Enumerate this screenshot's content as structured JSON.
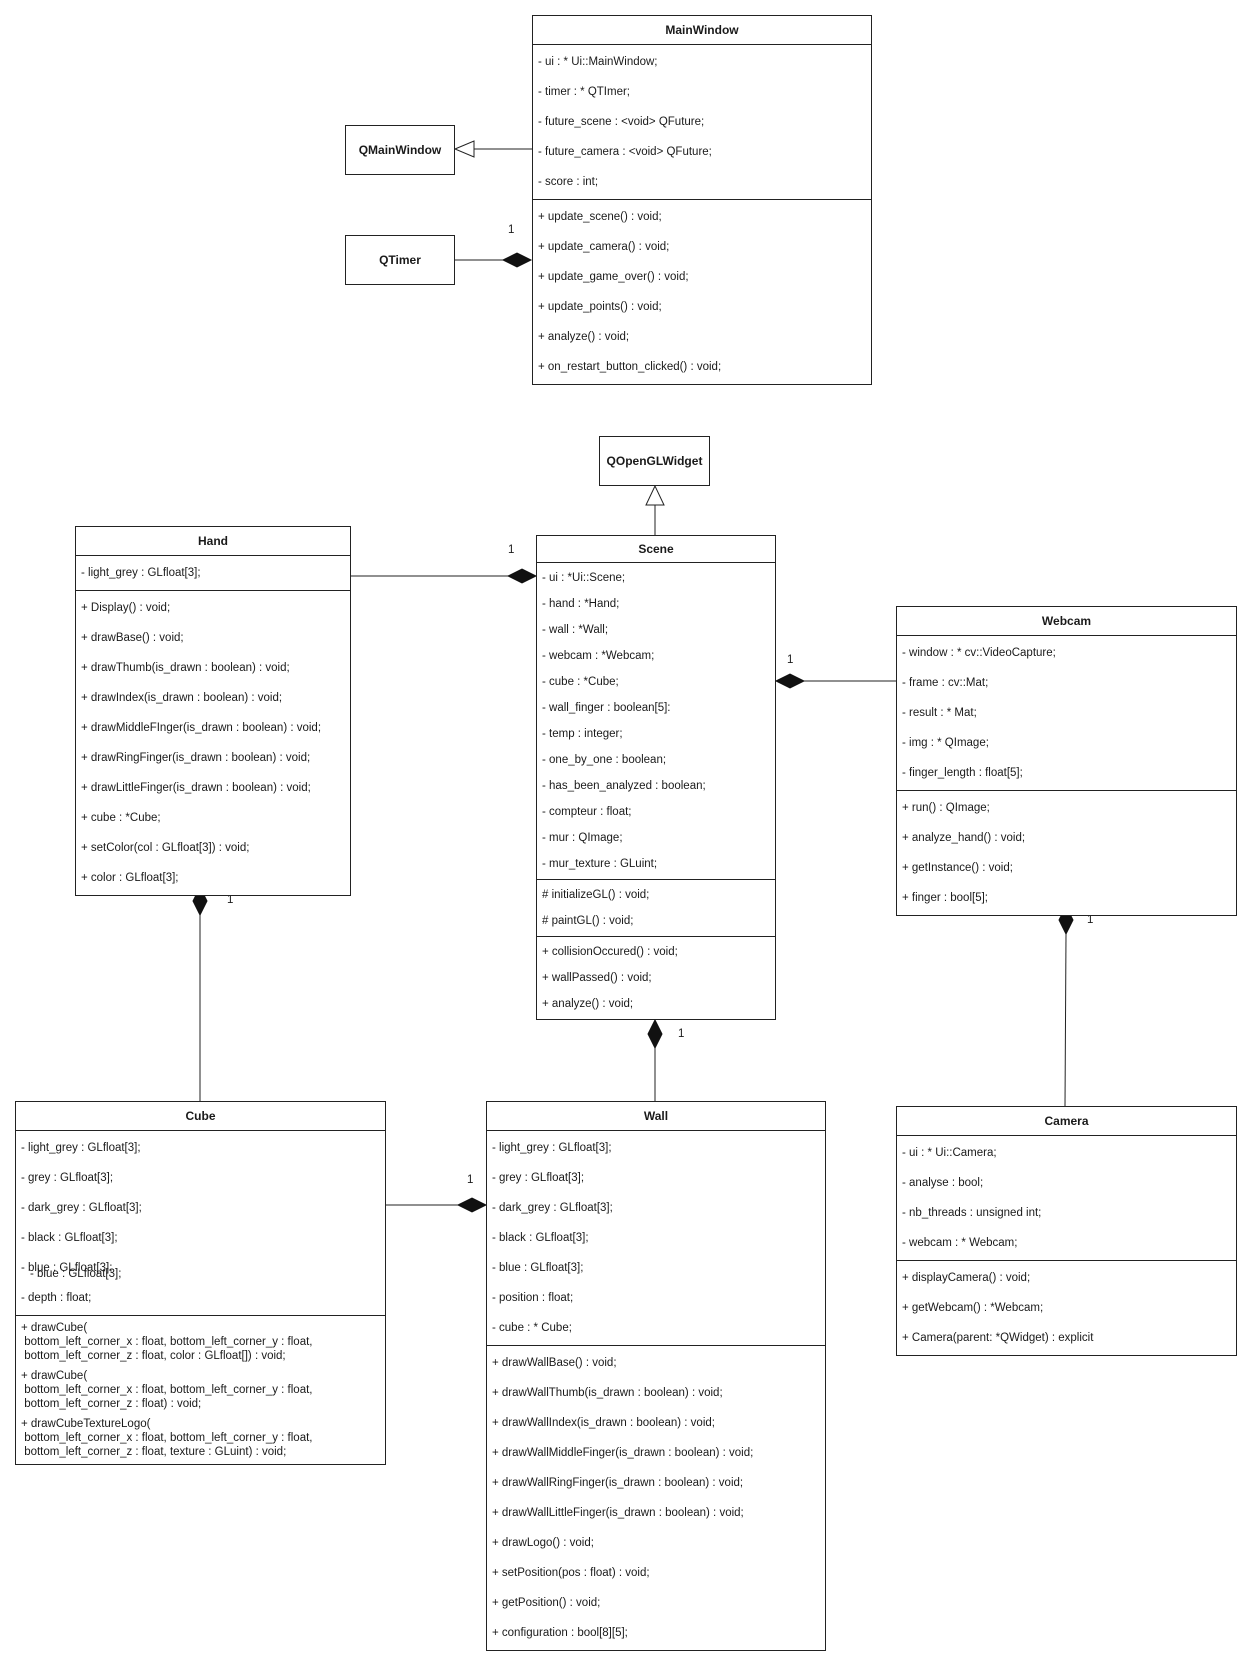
{
  "classes": {
    "mainwindow": {
      "name": "MainWindow",
      "attributes": [
        "- ui : * Ui::MainWindow;",
        "- timer : * QTImer;",
        "- future_scene : <void> QFuture;",
        "- future_camera : <void> QFuture;",
        "- score : int;"
      ],
      "methods": [
        "+ update_scene() : void;",
        "+ update_camera() : void;",
        "+ update_game_over() : void;",
        "+ update_points() : void;",
        "+ analyze() : void;",
        "+ on_restart_button_clicked() : void;"
      ]
    },
    "qmainwindow": {
      "name": "QMainWindow"
    },
    "qtimer": {
      "name": "QTimer"
    },
    "qopenglwidget": {
      "name": "QOpenGLWidget"
    },
    "hand": {
      "name": "Hand",
      "attributes": [
        "- light_grey : GLfloat[3];"
      ],
      "methods": [
        "+ Display() : void;",
        "+ drawBase() : void;",
        "+ drawThumb(is_drawn : boolean) : void;",
        "+ drawIndex(is_drawn : boolean) : void;",
        "+ drawMiddleFInger(is_drawn : boolean) : void;",
        "+ drawRingFinger(is_drawn : boolean) : void;",
        "+ drawLittleFinger(is_drawn : boolean) : void;",
        "+ cube : *Cube;",
        "+ setColor(col : GLfloat[3]) : void;",
        "+ color : GLfloat[3];"
      ]
    },
    "scene": {
      "name": "Scene",
      "attributes": [
        "- ui : *Ui::Scene;",
        "- hand : *Hand;",
        "- wall : *Wall;",
        "- webcam : *Webcam;",
        "- cube : *Cube;",
        "- wall_finger : boolean[5]:",
        "- temp : integer;",
        "- one_by_one : boolean;",
        "- has_been_analyzed : boolean;",
        "- compteur : float;",
        "- mur : QImage;",
        "- mur_texture : GLuint;"
      ],
      "protected": [
        "# initializeGL() : void;",
        "# paintGL() : void;"
      ],
      "methods": [
        "+ collisionOccured() : void;",
        "+ wallPassed() : void;",
        "+ analyze() : void;"
      ]
    },
    "webcam": {
      "name": "Webcam",
      "attributes": [
        "- window : * cv::VideoCapture;",
        "- frame : cv::Mat;",
        "- result : * Mat;",
        "- img : * QImage;",
        "- finger_length : float[5];"
      ],
      "methods": [
        "+ run() : QImage;",
        "+ analyze_hand() : void;",
        "+ getInstance() : void;",
        "+ finger : bool[5];"
      ]
    },
    "cube": {
      "name": "Cube",
      "attributes": [
        "- light_grey : GLfloat[3];",
        "- grey : GLfloat[3];",
        "- dark_grey : GLfloat[3];",
        "- black : GLfloat[3];",
        "- blue : GLfloat[3];",
        "- depth : float;"
      ],
      "overlap_text": "- blue : GLfloat[3];",
      "methods": [
        "+ drawCube(\n bottom_left_corner_x : float, bottom_left_corner_y : float,\n bottom_left_corner_z : float, color : GLfloat[]) : void;",
        "+ drawCube(\n bottom_left_corner_x : float, bottom_left_corner_y : float,\n bottom_left_corner_z : float) : void;",
        "+ drawCubeTextureLogo(\n bottom_left_corner_x : float, bottom_left_corner_y : float,\n bottom_left_corner_z : float, texture : GLuint) : void;"
      ]
    },
    "wall": {
      "name": "Wall",
      "attributes": [
        "- light_grey : GLfloat[3];",
        "- grey : GLfloat[3];",
        "- dark_grey : GLfloat[3];",
        "- black : GLfloat[3];",
        "- blue : GLfloat[3];",
        "- position : float;",
        "- cube : * Cube;"
      ],
      "methods": [
        "+ drawWallBase() : void;",
        "+ drawWallThumb(is_drawn : boolean) : void;",
        "+ drawWallIndex(is_drawn : boolean) : void;",
        "+ drawWallMiddleFinger(is_drawn : boolean) : void;",
        "+ drawWallRingFinger(is_drawn : boolean) : void;",
        "+ drawWallLittleFinger(is_drawn : boolean) : void;",
        "+ drawLogo() : void;",
        "+ setPosition(pos : float) : void;",
        "+ getPosition() : void;",
        "+ configuration : bool[8][5];"
      ]
    },
    "camera": {
      "name": "Camera",
      "attributes": [
        "- ui : * Ui::Camera;",
        "- analyse : bool;",
        "- nb_threads : unsigned int;",
        "- webcam : * Webcam;"
      ],
      "methods": [
        "+ displayCamera() : void;",
        "+ getWebcam() : *Webcam;",
        "+ Camera(parent: *QWidget) : explicit"
      ]
    }
  },
  "multiplicities": {
    "qtimer_mainwindow": "1",
    "hand_scene": "1",
    "scene_webcam": "1",
    "hand_cube": "1",
    "scene_wall": "1",
    "webcam_camera": "1",
    "cube_wall": "1"
  },
  "colors": {
    "line": "#222222",
    "background": "#ffffff"
  }
}
